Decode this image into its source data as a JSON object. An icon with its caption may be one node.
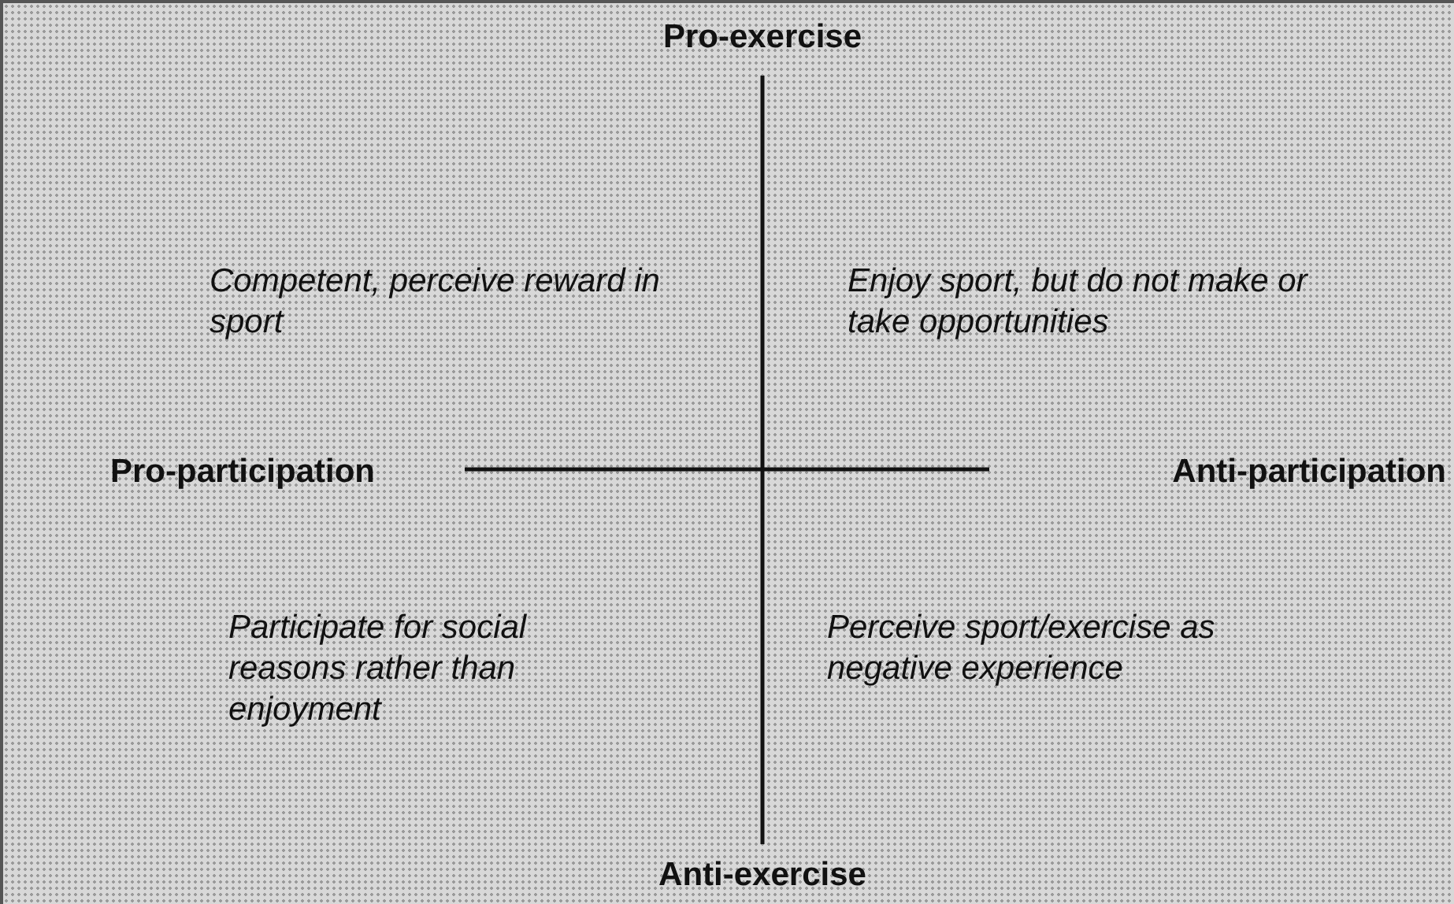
{
  "diagram": {
    "labels": [
      "Pro-exercise",
      "Competent, perceive reward in sport",
      "Enjoy sport, but do not make or take opportunities",
      "Pro-participation",
      "Anti-participation",
      "Participate for social reasons rather than enjoyment",
      "Perceive sport/exercise as negative experience",
      "Anti-exercise"
    ]
  }
}
